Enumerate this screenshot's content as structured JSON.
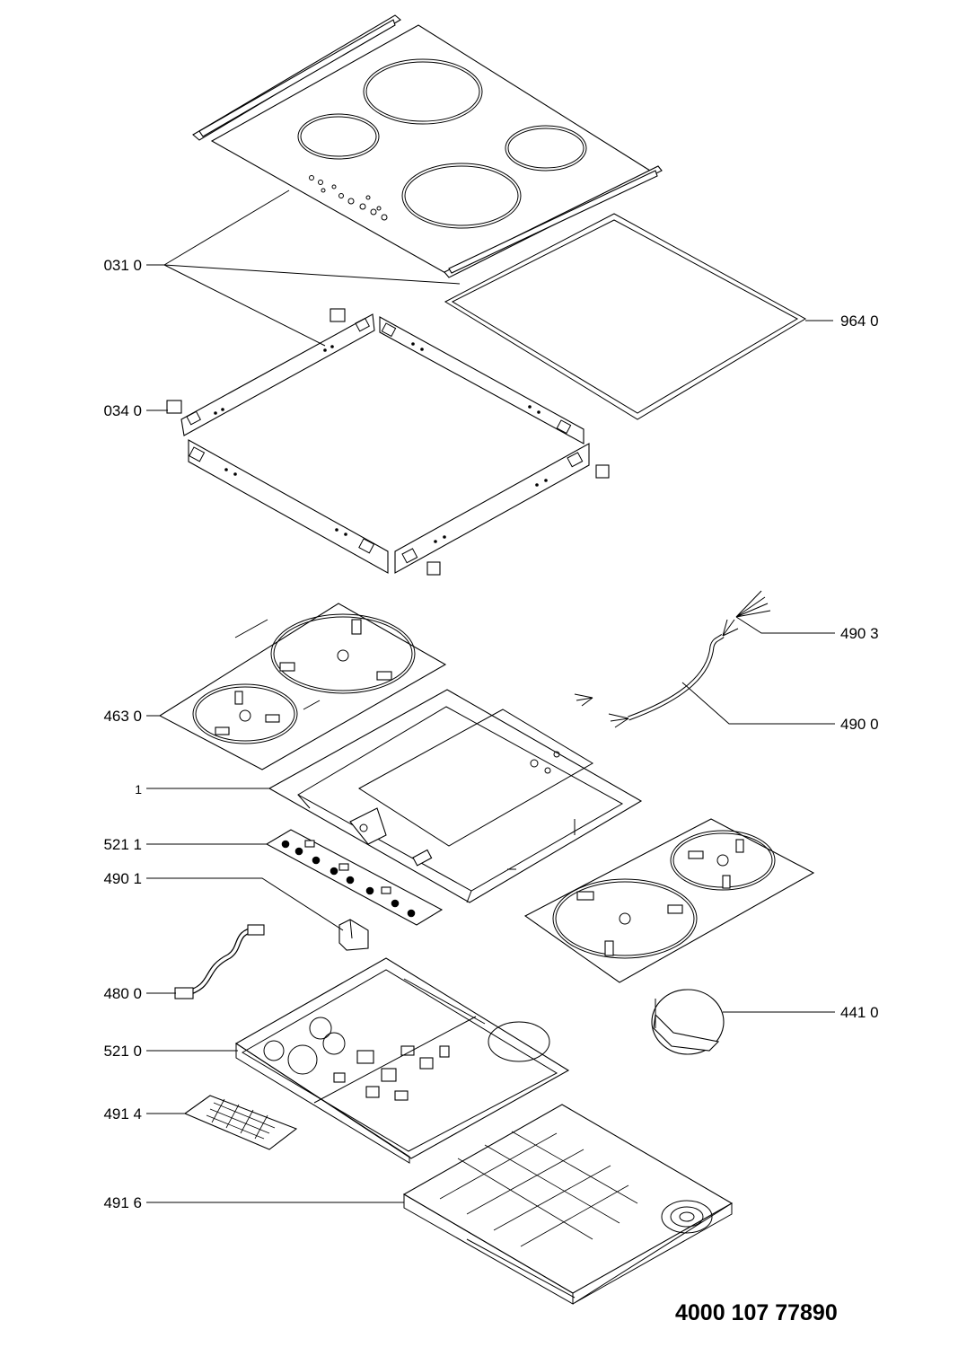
{
  "callouts": [
    {
      "id": "glass-top",
      "label": "031 0"
    },
    {
      "id": "seal",
      "label": "964 0"
    },
    {
      "id": "frame-bracket",
      "label": "034 0"
    },
    {
      "id": "wire-a",
      "label": "490 3"
    },
    {
      "id": "coil-plate",
      "label": "463 0"
    },
    {
      "id": "wire-b",
      "label": "490 0"
    },
    {
      "id": "support-tray",
      "label": "1"
    },
    {
      "id": "control-board",
      "label": "521 1"
    },
    {
      "id": "clip",
      "label": "490 1"
    },
    {
      "id": "ribbon-cable",
      "label": "480 0"
    },
    {
      "id": "fan",
      "label": "441 0"
    },
    {
      "id": "power-board",
      "label": "521 0"
    },
    {
      "id": "filter-board",
      "label": "491 4"
    },
    {
      "id": "bottom-housing",
      "label": "491 6"
    }
  ],
  "document_number": "4000 107 77890"
}
